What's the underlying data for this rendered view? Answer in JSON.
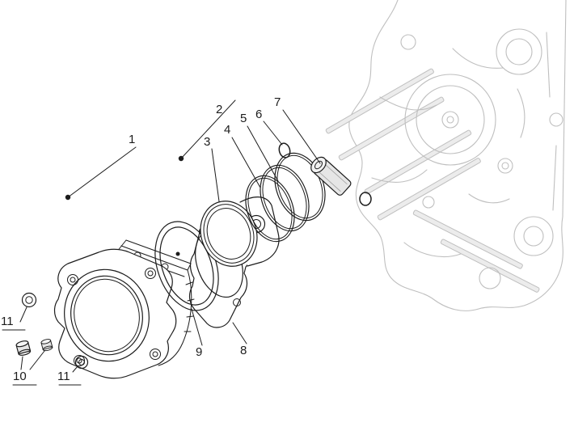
{
  "colors": {
    "bg": "#ffffff",
    "ink": "#1c1c1c",
    "case-gray": "#bfbfbf",
    "metal": "#e6e6e6"
  },
  "callouts": [
    {
      "label": "1"
    },
    {
      "label": "2"
    },
    {
      "label": "3"
    },
    {
      "label": "4"
    },
    {
      "label": "5"
    },
    {
      "label": "6"
    },
    {
      "label": "7"
    },
    {
      "label": "8"
    },
    {
      "label": "9"
    },
    {
      "label": "10"
    },
    {
      "label": "11"
    },
    {
      "label": "11"
    }
  ]
}
